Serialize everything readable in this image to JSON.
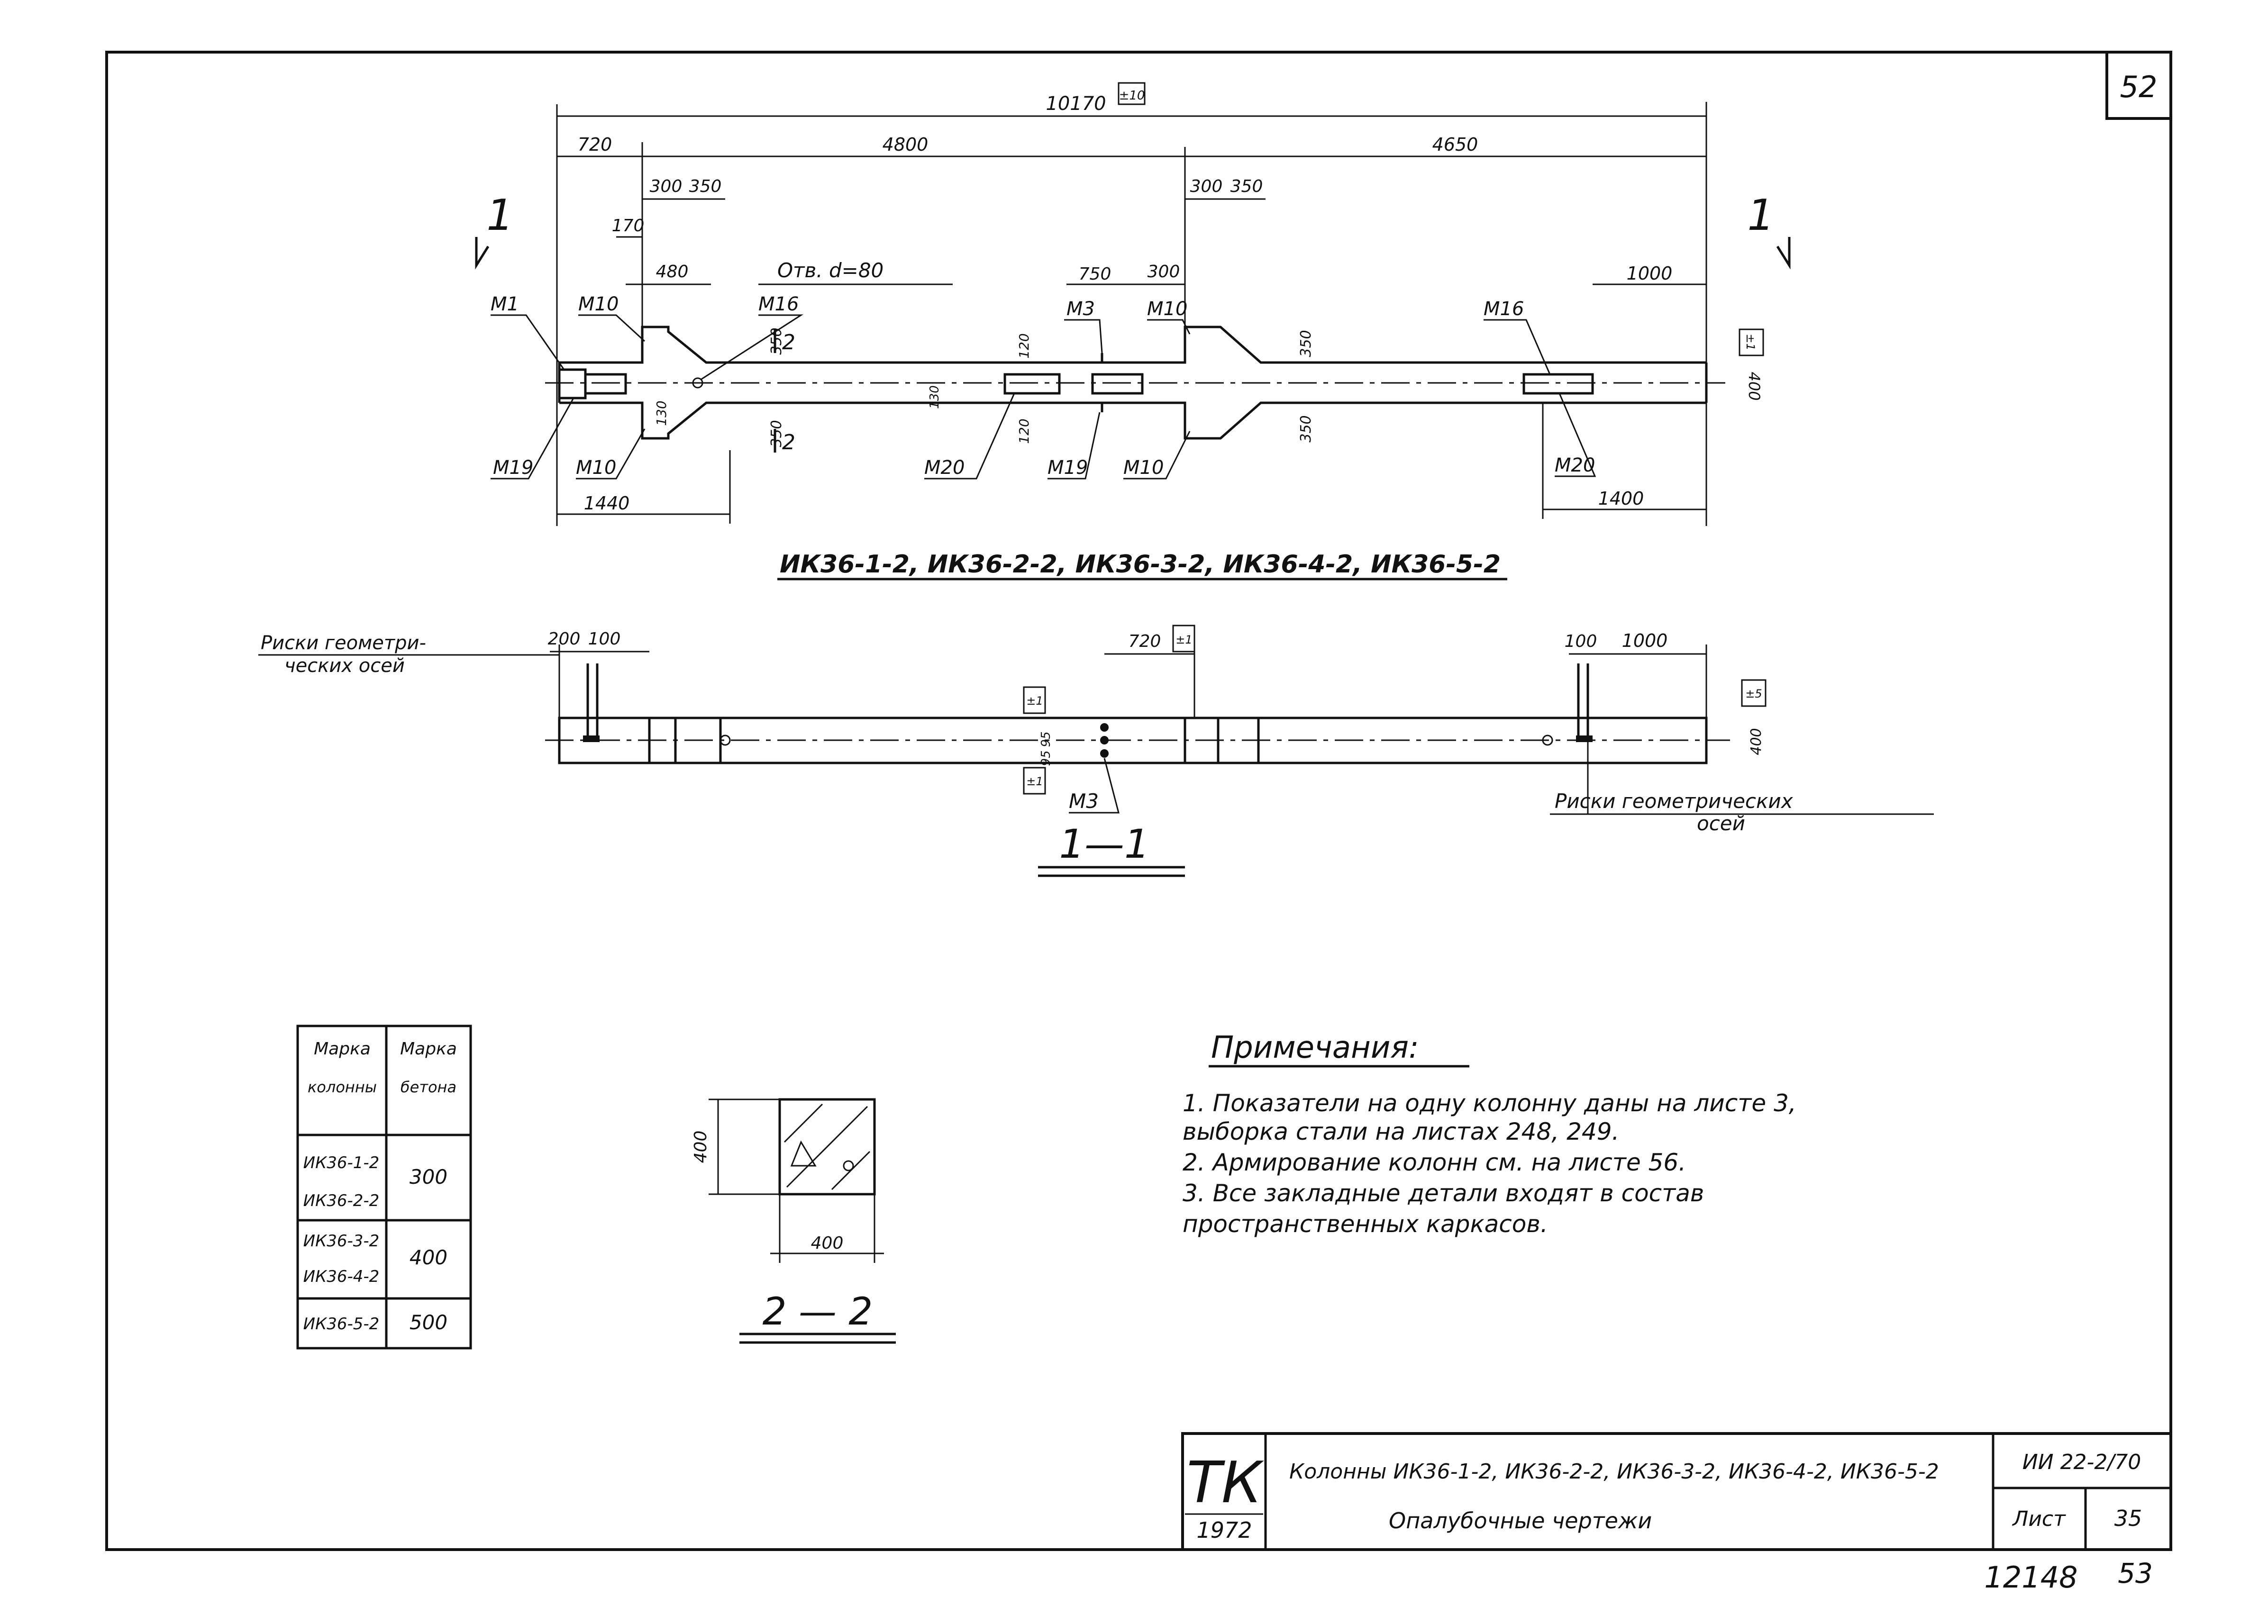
{
  "sheet": {
    "sheet_number": "52",
    "overall_length": "10170",
    "overall_length_tag": "±10"
  },
  "elevation": {
    "section_mark": "1",
    "dimensions": {
      "d720": "720",
      "d4800": "4800",
      "d4650": "4650",
      "d300a": "300",
      "d350a": "350",
      "d300b": "300",
      "d350b": "350",
      "d170": "170",
      "d480": "480",
      "d750": "750",
      "d300c": "300",
      "d1000": "1000",
      "d350_1": "350",
      "d350_2": "350",
      "d350_3": "350",
      "d350_4": "350",
      "d120a": "120",
      "d120b": "120",
      "d130": "130",
      "d130b": "130",
      "d400": "400",
      "d1440": "1440",
      "d1400": "1400",
      "tol": "±1"
    },
    "hole_note": "Отв. d=80",
    "section_2_mark": "2",
    "labels": {
      "m1": "М1",
      "m10_top_left": "М10",
      "m16_left": "М16",
      "m3": "М3",
      "m10_top_right": "М10",
      "m16_right": "М16",
      "m19_left": "М19",
      "m10_bottom_left": "М10",
      "m20_left": "М20",
      "m19_bottom": "М19",
      "m10_bottom_right": "М10",
      "m20_right": "М20"
    },
    "caption": "ИК36-1-2, ИК36-2-2, ИК36-3-2, ИК36-4-2, ИК36-5-2"
  },
  "section_1_1": {
    "caption": "1—1",
    "axis_marks_left": "Риски геометри-\nческих осей",
    "axis_marks_left_1": "Риски геометри-",
    "axis_marks_left_2": "ческих осей",
    "axis_marks_right_1": "Риски геометрических",
    "axis_marks_right_2": "осей",
    "dimensions": {
      "d200": "200",
      "d100a": "100",
      "d720": "720",
      "tol1": "±1",
      "d100b": "100",
      "d1000": "1000",
      "tol5": "±5",
      "d95a": "95",
      "d95b": "95",
      "tol_top": "±1",
      "tol_bottom": "±1",
      "d400": "400"
    },
    "label_m3": "М3"
  },
  "table": {
    "headers": [
      "Марка колонны",
      "Марка бетона"
    ],
    "header_col1_line1": "Марка",
    "header_col1_line2": "колонны",
    "header_col2_line1": "Марка",
    "header_col2_line2": "бетона",
    "rows": [
      {
        "columns": [
          "ИК36-1-2",
          "ИК36-2-2"
        ],
        "concrete": "300"
      },
      {
        "columns": [
          "ИК36-3-2",
          "ИК36-4-2"
        ],
        "concrete": "400"
      },
      {
        "columns": [
          "ИК36-5-2"
        ],
        "concrete": "500"
      }
    ]
  },
  "section_2_2": {
    "caption": "2 — 2",
    "height": "400",
    "width": "400"
  },
  "notes": {
    "title": "Примечания:",
    "items": [
      "1. Показатели на одну колонну даны на листе 3,",
      "выборка стали на листах 248, 249.",
      "2. Армирование колонн см. на листе 56.",
      "3. Все закладные детали входят в состав",
      "пространственных каркасов."
    ]
  },
  "title_block": {
    "logo": "ТК",
    "year": "1972",
    "title": "Колонны ИК36-1-2, ИК36-2-2, ИК36-3-2, ИК36-4-2, ИК36-5-2",
    "subtitle": "Опалубочные чертежи",
    "series": "ИИ 22-2/70",
    "sheet_label": "Лист",
    "sheet_value": "35"
  },
  "footer": {
    "archive_number": "12148",
    "page_number": "53"
  }
}
